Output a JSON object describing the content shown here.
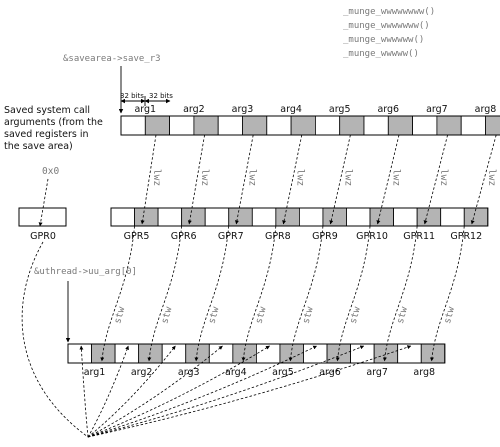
{
  "munge_functions": [
    "_munge_wwwwwwww()",
    "_munge_wwwwwww()",
    "_munge_wwwwww()",
    "_munge_wwwww()"
  ],
  "pointer_save": "&savearea->save_r3",
  "pointer_uthread": "&uthread->uu_arg[0]",
  "bits_label": "32 bits",
  "saved_args_caption": [
    "Saved system call",
    "arguments (from the",
    "saved registers in",
    "the save area)"
  ],
  "args": [
    "arg1",
    "arg2",
    "arg3",
    "arg4",
    "arg5",
    "arg6",
    "arg7",
    "arg8"
  ],
  "gpr0": {
    "label": "GPR0",
    "value": "0x0"
  },
  "gprs": [
    "GPR5",
    "GPR6",
    "GPR7",
    "GPR8",
    "GPR9",
    "GPR10",
    "GPR11",
    "GPR12"
  ],
  "load_op": "lwz",
  "store_op": "stw",
  "colors": {
    "half_fill": "#b4b4b4",
    "white": "#ffffff",
    "code_text": "#7a7a7a"
  }
}
